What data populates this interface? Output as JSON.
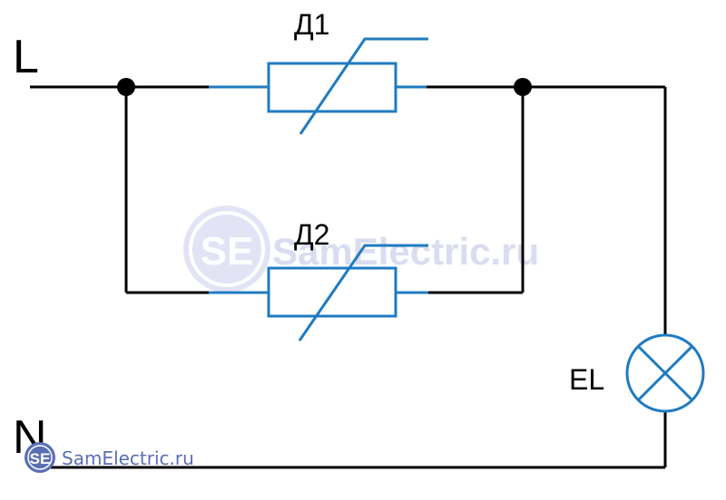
{
  "labels": {
    "line": "L",
    "neutral": "N",
    "d1": "Д1",
    "d2": "Д2",
    "lamp": "EL"
  },
  "watermark": {
    "logo": "SE",
    "text": "SamElectric.ru"
  },
  "colors": {
    "wire": "#000000",
    "component": "#1f7bc1",
    "watermark": "#c9cdea",
    "watermark_logo": "#9aa3d6",
    "logo_small": "#5a6fb3"
  }
}
